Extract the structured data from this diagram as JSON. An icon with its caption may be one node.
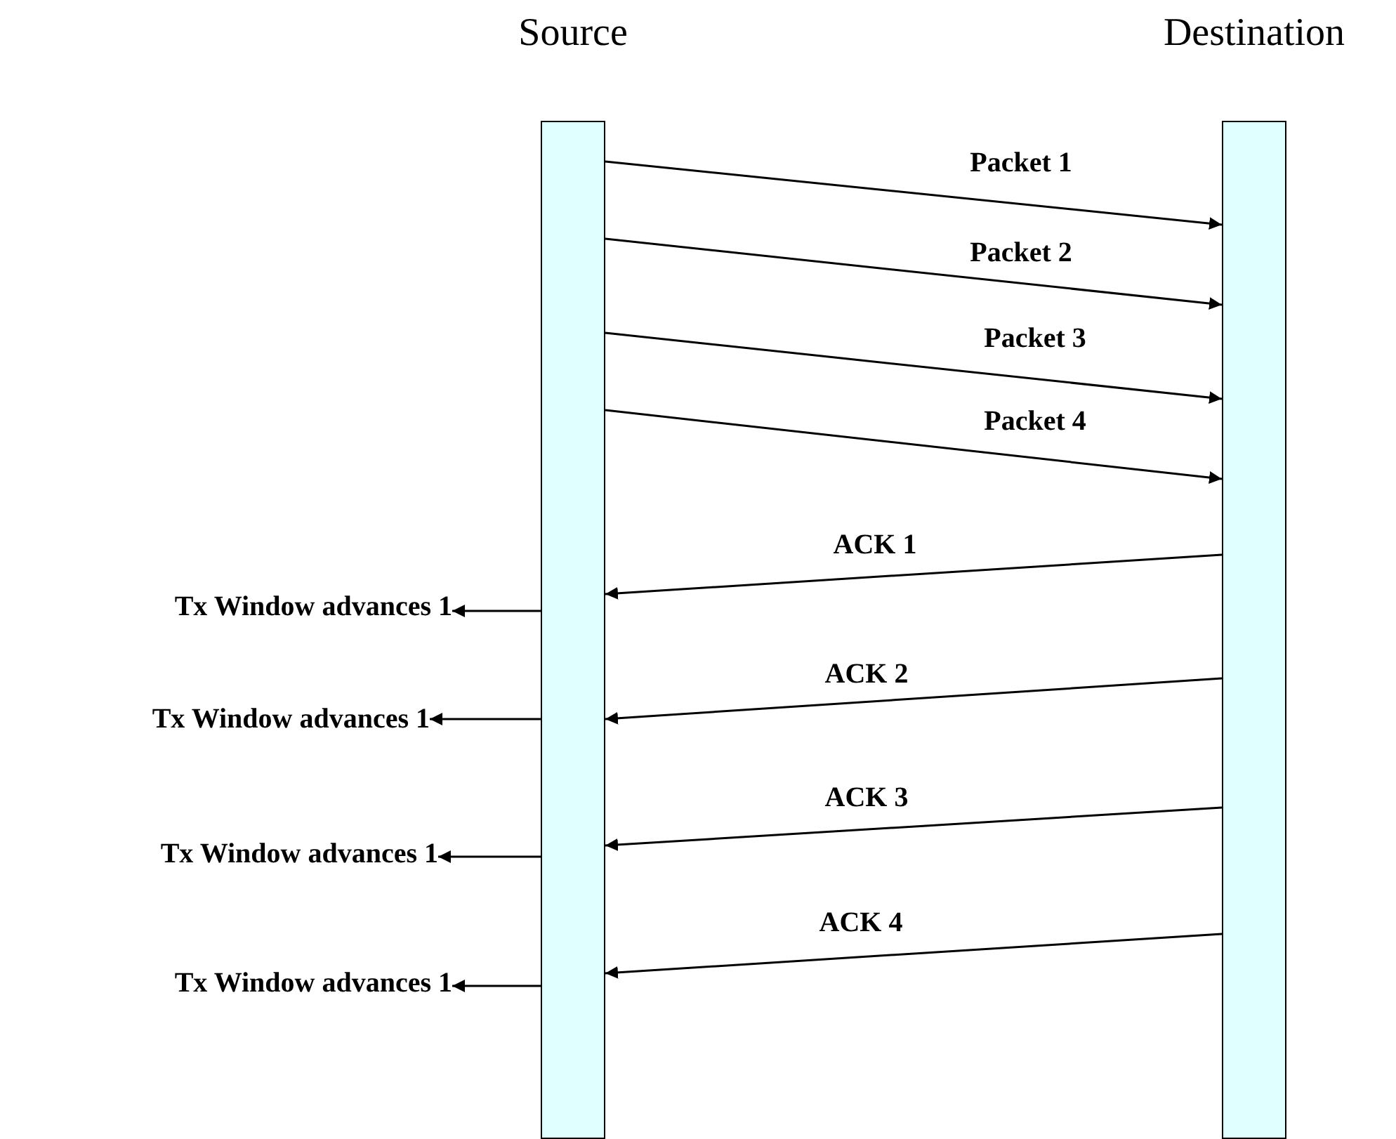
{
  "diagram": {
    "nodes": [
      {
        "text": [
          "Source"
        ]
      },
      {
        "text": [
          "Destination"
        ]
      },
      {
        "text": [
          "Tx Window advances 1"
        ]
      },
      {
        "text": [
          "Tx Window advances 1"
        ]
      },
      {
        "text": [
          "Tx Window advances 1"
        ]
      },
      {
        "text": [
          "Tx Window advances 1"
        ]
      }
    ],
    "edges": [
      {
        "from": 0,
        "to": 1,
        "arrow": "to",
        "label": "Packet 1"
      },
      {
        "from": 0,
        "to": 1,
        "arrow": "to",
        "label": "Packet 2"
      },
      {
        "from": 0,
        "to": 1,
        "arrow": "to",
        "label": "Packet 3"
      },
      {
        "from": 0,
        "to": 1,
        "arrow": "to",
        "label": "Packet 4"
      },
      {
        "from": 1,
        "to": 0,
        "arrow": "to",
        "label": "ACK 1"
      },
      {
        "from": 1,
        "to": 0,
        "arrow": "to",
        "label": "ACK 2"
      },
      {
        "from": 1,
        "to": 0,
        "arrow": "to",
        "label": "ACK 3"
      },
      {
        "from": 1,
        "to": 0,
        "arrow": "to",
        "label": "ACK 4"
      },
      {
        "from": 0,
        "to": 2,
        "arrow": "to"
      },
      {
        "from": 0,
        "to": 3,
        "arrow": "to"
      },
      {
        "from": 0,
        "to": 4,
        "arrow": "to"
      },
      {
        "from": 0,
        "to": 5,
        "arrow": "to"
      }
    ]
  }
}
